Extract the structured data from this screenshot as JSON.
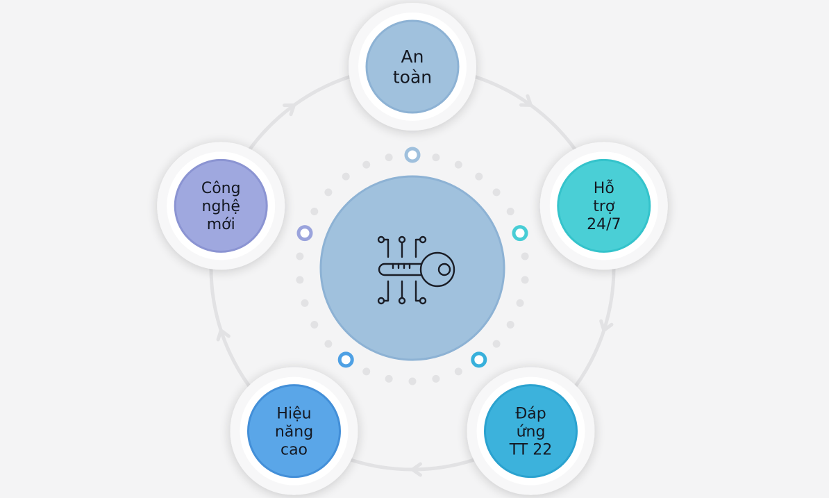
{
  "center": {
    "icon": "digital-key-icon",
    "fill": "#a0c1dd",
    "border": "#8db2d4"
  },
  "nodes": [
    {
      "id": "an-toan",
      "lines": [
        "An",
        "toàn"
      ],
      "fill": "#a0c1dd",
      "ring": "#8db2d4",
      "dot": "#9fc0dd"
    },
    {
      "id": "ho-tro",
      "lines": [
        "Hỗ",
        "trợ",
        "24/7"
      ],
      "fill": "#4acfd6",
      "ring": "#34c3cb",
      "dot": "#48cdd5"
    },
    {
      "id": "dap-ung",
      "lines": [
        "Đáp",
        "ứng",
        "TT 22"
      ],
      "fill": "#3cb2dc",
      "ring": "#2aa2cf",
      "dot": "#38b0db"
    },
    {
      "id": "hieu-nang",
      "lines": [
        "Hiệu",
        "năng",
        "cao"
      ],
      "fill": "#5aa6e8",
      "ring": "#438fd8",
      "dot": "#4ea0e4"
    },
    {
      "id": "cong-nghe",
      "lines": [
        "Công",
        "nghệ",
        "mới"
      ],
      "fill": "#9fa8df",
      "ring": "#8b94d2",
      "dot": "#9aa3dc"
    }
  ],
  "colors": {
    "background": "#f4f4f5",
    "ring_track": "#e3e3e5",
    "dots": "#e2e2e4",
    "text": "#141821"
  }
}
